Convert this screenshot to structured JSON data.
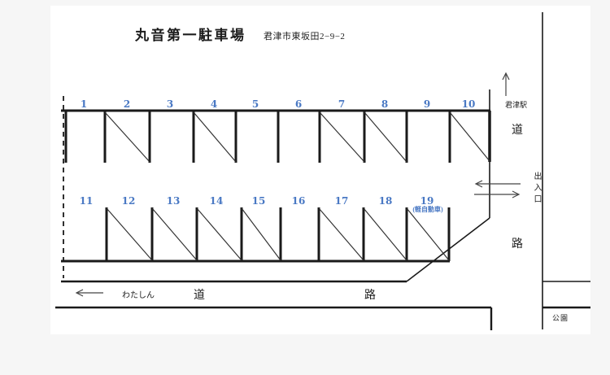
{
  "page": {
    "title": "丸音第一駐車場",
    "address": "君津市東坂田2−9−2"
  },
  "spaces": {
    "top": [
      "1",
      "2",
      "3",
      "4",
      "5",
      "6",
      "7",
      "8",
      "9",
      "10"
    ],
    "bottom": [
      "11",
      "12",
      "13",
      "14",
      "15",
      "16",
      "17",
      "18",
      "19"
    ],
    "kei_note": "(軽自動車)",
    "marked_with_diagonal": [
      "2",
      "4",
      "7",
      "8",
      "10",
      "12",
      "13",
      "14",
      "15",
      "17",
      "18",
      "19"
    ]
  },
  "labels": {
    "station": "君津駅",
    "road_right_top": "道",
    "entrance_exit": "出入口",
    "road_right_bottom": "路",
    "watashin": "わたしん",
    "road_bottom_left": "道",
    "road_bottom_right": "路",
    "park": "公園"
  },
  "colors": {
    "number_blue": "#4a79c4",
    "line_black": "#1a1a1a",
    "page_bg": "#ffffff",
    "canvas_bg": "#f6f6f6"
  }
}
